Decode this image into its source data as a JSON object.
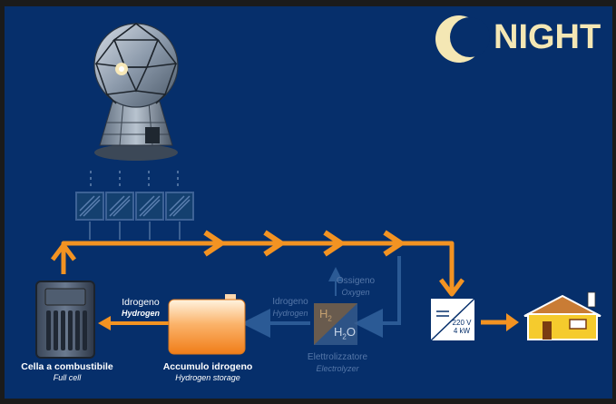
{
  "header": {
    "mode_label": "NIGHT",
    "moon_icon": "crescent-moon-icon"
  },
  "colors": {
    "background": "#062f6b",
    "flow_arrow": "#f39322",
    "dim_arrow": "#2b5a95",
    "moon": "#f4e7b4"
  },
  "nodes": {
    "fuel_cell": {
      "label": "Cella a combustibile",
      "sublabel": "Full cell",
      "icon": "fuel-cell-icon"
    },
    "hydrogen_storage": {
      "label": "Accumulo idrogeno",
      "sublabel": "Hydrogen storage",
      "icon": "hydrogen-tank-icon"
    },
    "electrolyzer": {
      "label": "Elettrolizzatore",
      "sublabel": "Electrolyzer",
      "icon": "electrolyzer-icon",
      "symbol_h": "H",
      "symbol_2": "2",
      "symbol_h2o": "H",
      "symbol_h2o_sub": "2",
      "symbol_o": "O"
    },
    "inverter": {
      "label_voltage": "220 V",
      "label_power": "4 kW",
      "icon": "inverter-icon"
    },
    "house": {
      "icon": "house-icon"
    },
    "solar_panels": {
      "icon": "solar-panel-icon",
      "count": 4
    },
    "dome": {
      "icon": "geodesic-dome-icon"
    }
  },
  "flows": {
    "hydrogen_out": {
      "label": "Idrogeno",
      "sublabel": "Hydrogen"
    },
    "hydrogen_in": {
      "label": "Idrogeno",
      "sublabel": "Hydrogen"
    },
    "oxygen": {
      "label": "Ossigeno",
      "sublabel": "Oxygen"
    }
  }
}
